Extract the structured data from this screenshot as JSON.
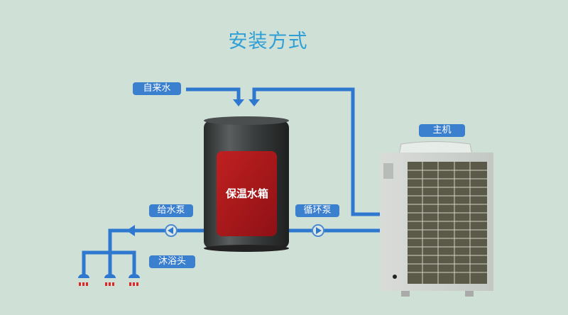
{
  "title": "安装方式",
  "labels": {
    "tap_water": "自来水",
    "tank": "保温水箱",
    "supply_pump": "给水泵",
    "circulation_pump": "循环泵",
    "shower_head": "沐浴头",
    "main_unit": "主机"
  },
  "colors": {
    "background": "#cfe0d7",
    "pipe": "#2f78d0",
    "label": "#3b7fcf",
    "title": "#2f9fd6",
    "tank_panel": "#a8151b"
  }
}
